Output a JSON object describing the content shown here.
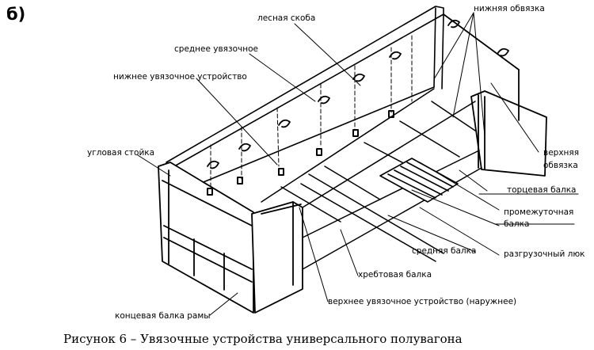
{
  "panel_letter": "б)",
  "labels": {
    "lesnaya_skoba": "лесная скоба",
    "nizhnyaya_obvyazka": "нижняя обвязка",
    "srednee_uvyazochnoe": "среднее увязочное",
    "nizhnee_uvyazochnoe": "нижнее увязочное устройство",
    "uglovaya_stoyka": "угловая стойка",
    "verkhnyaya_obvyazka_1": "верхняя",
    "verkhnyaya_obvyazka_2": "обвязка",
    "tortsevaya_balka": "торцевая балка",
    "promezhutochnaya_1": "промежуточная",
    "promezhutochnaya_2": "балка",
    "srednyaya_balka": "средняя балка",
    "razgruzochny_lyuk": "разгрузочный люк",
    "khrebtovaya_balka": "хребтовая балка",
    "verkhnee_uvyazochnoe": "верхнее увязочное устройство (наружнее)",
    "kontsevaya_balka": "концевая балка рамы"
  },
  "caption": "Рисунок 6 – Увязочные устройства универсального полувагона"
}
